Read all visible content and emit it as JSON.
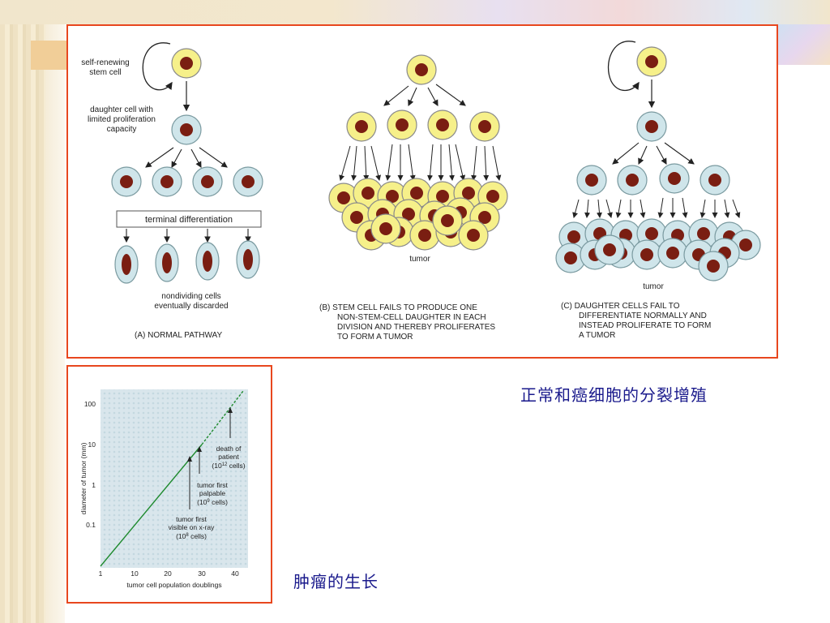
{
  "panel_a": {
    "stem_label_1": "self-renewing",
    "stem_label_2": "stem cell",
    "daughter_label_1": "daughter cell with",
    "daughter_label_2": "limited proliferation",
    "daughter_label_3": "capacity",
    "terminal_label": "terminal differentiation",
    "nondividing_1": "nondividing cells",
    "nondividing_2": "eventually discarded",
    "caption": "(A) NORMAL PATHWAY"
  },
  "panel_b": {
    "tumor_label": "tumor",
    "caption_1": "(B)  STEM CELL FAILS TO PRODUCE ONE",
    "caption_2": "NON-STEM-CELL DAUGHTER IN EACH",
    "caption_3": "DIVISION AND THEREBY PROLIFERATES",
    "caption_4": "TO FORM A TUMOR"
  },
  "panel_c": {
    "tumor_label": "tumor",
    "caption_1": "(C)  DAUGHTER CELLS FAIL TO",
    "caption_2": "DIFFERENTIATE NORMALLY AND",
    "caption_3": "INSTEAD PROLIFERATE TO FORM",
    "caption_4": "A TUMOR"
  },
  "growth_chart": {
    "y_label": "diameter of tumor (mm)",
    "x_label": "tumor cell population doublings",
    "y_ticks": [
      "100",
      "10",
      "1",
      "0.1"
    ],
    "x_ticks": [
      "1",
      "10",
      "20",
      "30",
      "40"
    ],
    "ann_death_1": "death of",
    "ann_death_2": "patient",
    "ann_death_3": "(10",
    "ann_death_exp": "12",
    "ann_death_4": " cells)",
    "ann_palp_1": "tumor first",
    "ann_palp_2": "palpable",
    "ann_palp_3": "(10",
    "ann_palp_exp": "9",
    "ann_palp_4": " cells)",
    "ann_xray_1": "tumor first",
    "ann_xray_2": "visible on x-ray",
    "ann_xray_3": "(10",
    "ann_xray_exp": "8",
    "ann_xray_4": " cells)"
  },
  "captions": {
    "division": "正常和癌细胞的分裂增殖",
    "growth": "肿瘤的生长"
  },
  "colors": {
    "frame": "#e8471e",
    "stem_fill": "#f6f08a",
    "differentiated_fill": "#cfe5ea",
    "nucleus": "#7a1e12",
    "growth_line": "#1e8a2e",
    "caption_text": "#1a1a8c"
  }
}
